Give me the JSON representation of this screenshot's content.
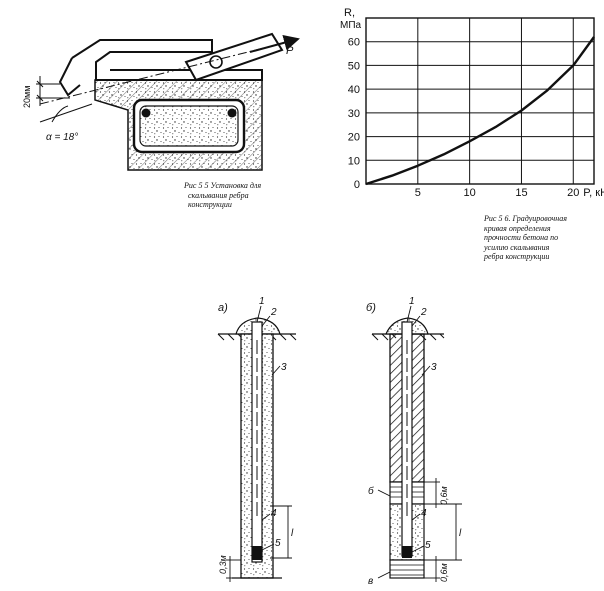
{
  "fig55": {
    "caption": [
      "Рис 5 5 Установка для",
      "скалывания  ребра",
      "конструкции"
    ],
    "dim_label": "20мм",
    "angle_label": "α = 18°",
    "force_label": "P"
  },
  "fig56": {
    "caption": [
      "Рис 5 6. Градуировочная",
      "кривая определения",
      "прочности бетона по",
      "усилию скалывания",
      "ребра конструкции"
    ]
  },
  "chart_data": {
    "type": "line",
    "ylabel": "R, МПа",
    "xlabel": "P, кН",
    "xlim": [
      0,
      22
    ],
    "ylim": [
      0,
      70
    ],
    "x_ticks": [
      "5",
      "10",
      "15",
      "20"
    ],
    "y_ticks": [
      "0",
      "10",
      "20",
      "30",
      "40",
      "50",
      "60"
    ],
    "grid": true,
    "series": [
      {
        "x": [
          0,
          2.5,
          5,
          7.5,
          10,
          12.5,
          15,
          17.5,
          20,
          22
        ],
        "y": [
          0,
          3.5,
          7.7,
          12.5,
          18,
          24,
          31,
          39.5,
          50,
          62
        ]
      }
    ]
  },
  "fig_a": {
    "label": "а)",
    "callouts": [
      "1",
      "2",
      "3",
      "4",
      "5"
    ],
    "dim_03": "0,3м",
    "dim_l": "l"
  },
  "fig_b": {
    "label": "б)",
    "callouts": [
      "1",
      "2",
      "3",
      "4",
      "5"
    ],
    "letter_b": "б",
    "letter_v": "в",
    "dim_06_top": "0,6м",
    "dim_06_bot": "0,6м",
    "dim_l": "l"
  },
  "colors": {
    "ink": "#111111",
    "paper": "#ffffff"
  }
}
